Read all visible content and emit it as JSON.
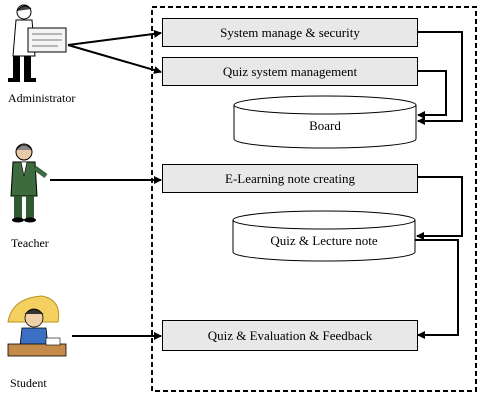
{
  "actors": {
    "administrator": "Administrator",
    "teacher": "Teacher",
    "student": "Student"
  },
  "processes": {
    "system_manage": "System manage & security",
    "quiz_system": "Quiz system management",
    "elearning_note": "E-Learning note creating",
    "quiz_eval": "Quiz & Evaluation & Feedback"
  },
  "datastores": {
    "board": "Board",
    "quiz_lecture": "Quiz & Lecture note"
  },
  "colors": {
    "process_fill": "#e8e8e8",
    "line": "#000000"
  }
}
